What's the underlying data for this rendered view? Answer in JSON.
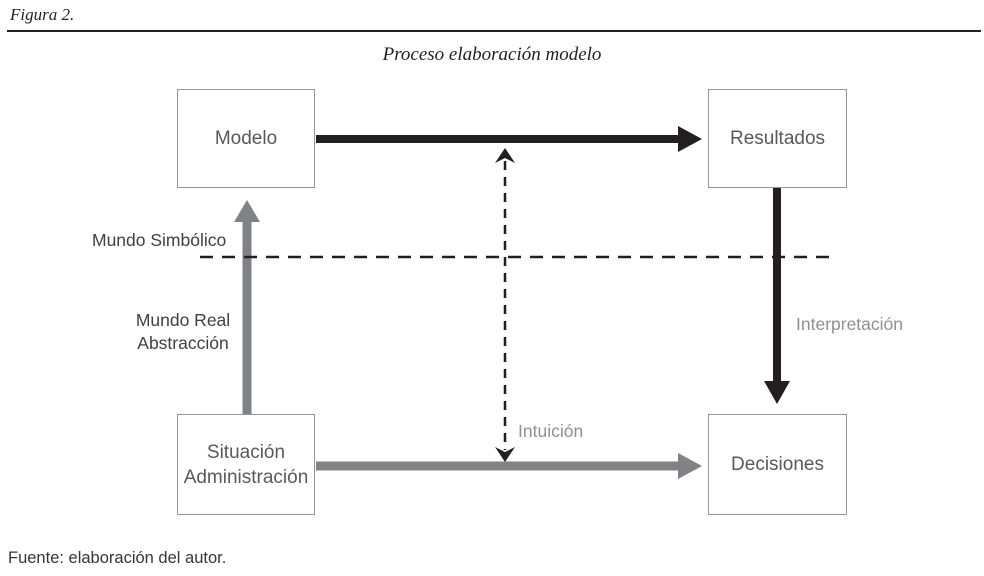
{
  "figure": {
    "label": "Figura 2.",
    "title": "Proceso elaboración modelo",
    "source": "Fuente: elaboración del autor."
  },
  "boxes": {
    "modelo": "Modelo",
    "resultados": "Resultados",
    "situacion_line1": "Situación",
    "situacion_line2": "Administración",
    "decisiones": "Decisiones"
  },
  "labels": {
    "mundo_simbolico": "Mundo Simbólico",
    "mundo_real_line1": "Mundo Real",
    "mundo_real_line2": "Abstracción",
    "interpretacion": "Interpretación",
    "intuicion": "Intuición"
  },
  "colors": {
    "black": "#231f20",
    "gray": "#808285",
    "box_border": "#939598",
    "box_text": "#58595b",
    "label_dark": "#414042",
    "label_gray": "#8e9093",
    "rule": "#231f20"
  }
}
